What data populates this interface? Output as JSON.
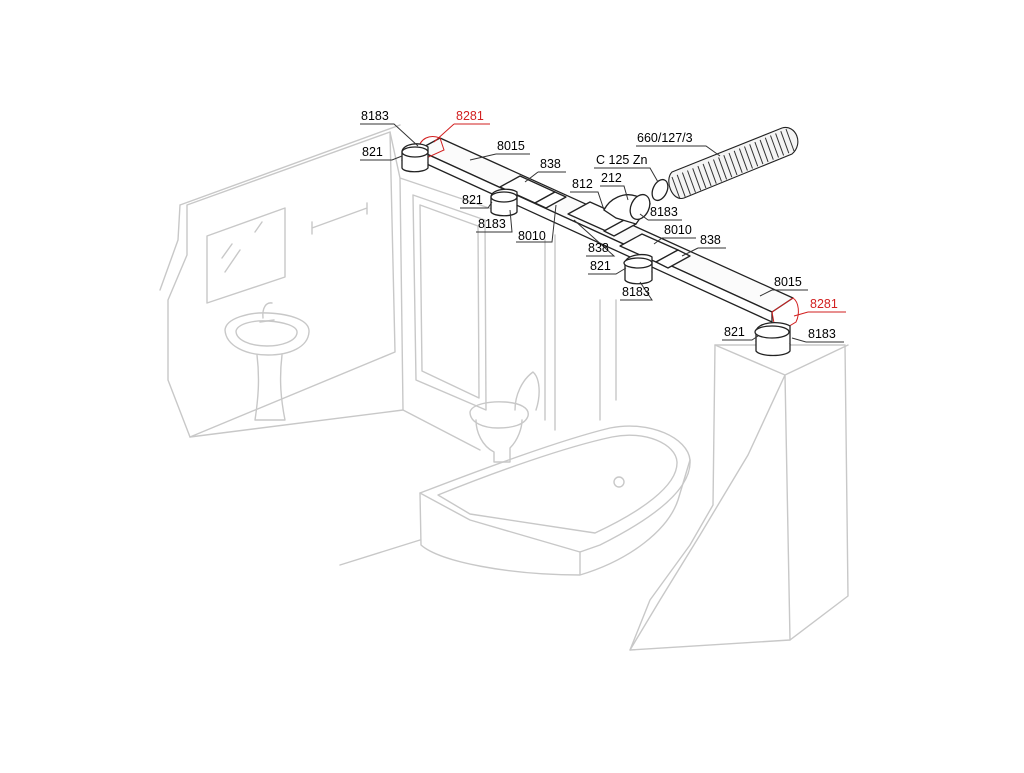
{
  "labels": {
    "l_8183_a": "8183",
    "l_8281_a": "8281",
    "l_821_a": "821",
    "l_8015_a": "8015",
    "l_838_a": "838",
    "l_821_b": "821",
    "l_8183_b": "8183",
    "l_8010_a": "8010",
    "l_812": "812",
    "l_212": "212",
    "l_c125": "C 125 Zn",
    "l_660": "660/127/3",
    "l_8183_c": "8183",
    "l_8010_b": "8010",
    "l_838_b": "838",
    "l_838_c": "838",
    "l_821_c": "821",
    "l_8183_d": "8183",
    "l_8015_b": "8015",
    "l_8281_b": "8281",
    "l_821_d": "821",
    "l_8183_e": "8183"
  },
  "colors": {
    "highlight": "#d21f1f",
    "ink": "#222222",
    "room": "#c8c8c8"
  }
}
